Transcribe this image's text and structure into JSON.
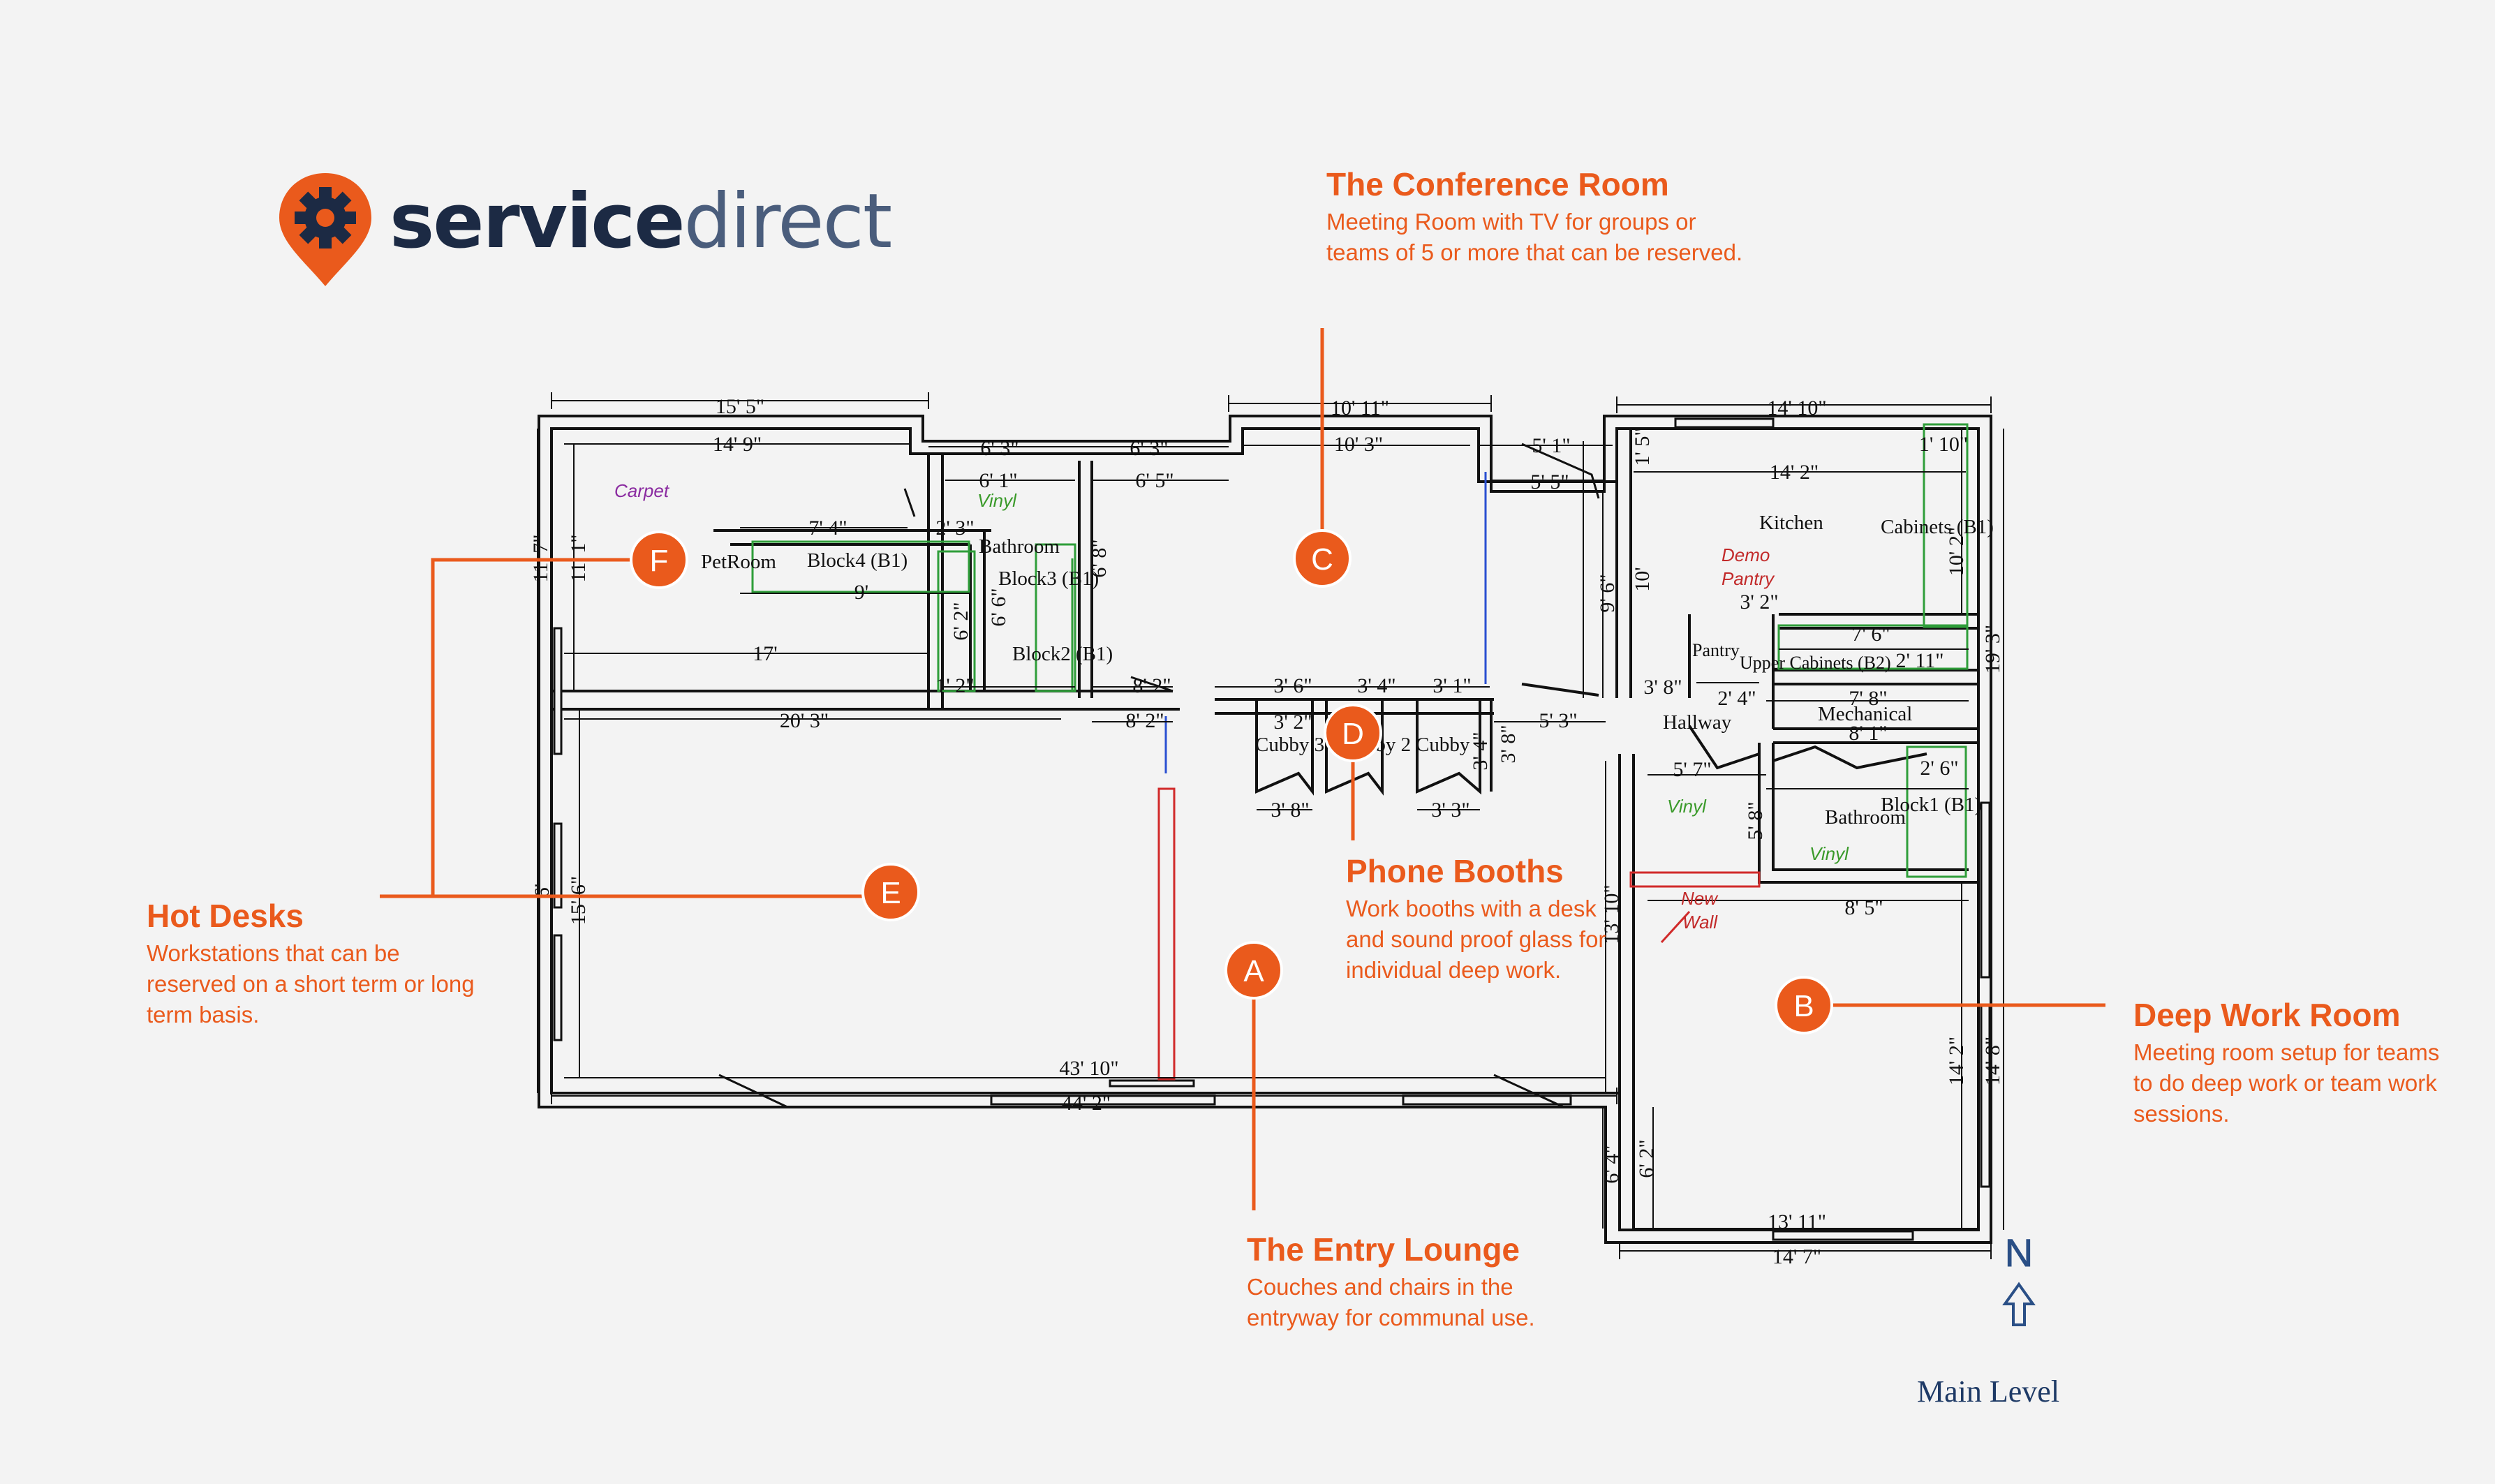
{
  "brand": {
    "name_part1": "service",
    "name_part2": "direct",
    "logo_icon": "gear-pin-icon",
    "colors": {
      "accent": "#ea5a1c",
      "navy": "#1c2a44",
      "slate": "#4a5d7c"
    }
  },
  "level_label": "Main Level",
  "north_label": "N",
  "north_icon": "north-arrow-icon",
  "markers": [
    {
      "id": "A",
      "label": "A"
    },
    {
      "id": "B",
      "label": "B"
    },
    {
      "id": "C",
      "label": "C"
    },
    {
      "id": "D",
      "label": "D"
    },
    {
      "id": "E",
      "label": "E"
    },
    {
      "id": "F",
      "label": "F"
    }
  ],
  "callouts": {
    "conference": {
      "title": "The Conference Room",
      "desc": "Meeting Room with TV for groups or teams of 5 or more that can be reserved."
    },
    "hot_desks": {
      "title": "Hot Desks",
      "desc": "Workstations that can be reserved on a short term or long term basis."
    },
    "phone_booths": {
      "title": "Phone Booths",
      "desc": "Work booths with a desk and sound proof glass for individual deep work."
    },
    "deep_work": {
      "title": "Deep Work Room",
      "desc": "Meeting room setup for teams to do deep work or team work sessions."
    },
    "entry_lounge": {
      "title": "The Entry Lounge",
      "desc": "Couches and chairs in the entryway for communal use."
    }
  },
  "room_labels": {
    "kitchen": "Kitchen",
    "cabinets": "Cabinets (B1)",
    "demo_pantry_1": "Demo",
    "demo_pantry_2": "Pantry",
    "pantry": "Pantry",
    "upper_cabinets": "Upper Cabinets (B2)",
    "mechanical": "Mechanical",
    "hallway": "Hallway",
    "bathroom_right": "Bathroom",
    "block1": "Block1 (B1)",
    "bathroom_left": "Bathroom",
    "block3": "Block3 (B1)",
    "block2": "Block2 (B1)",
    "block4": "Block4 (B1)",
    "pet_room": "PetRoom",
    "cubby3": "Cubby 3",
    "cubby2": "Cubby 2",
    "cubby1": "Cubby"
  },
  "material_labels": {
    "carpet": "Carpet",
    "vinyl_a": "Vinyl",
    "vinyl_b": "Vinyl",
    "vinyl_c": "Vinyl",
    "new_wall_1": "New",
    "new_wall_2": "Wall"
  },
  "dimensions": {
    "d_15_5": "15' 5\"",
    "d_14_9": "14' 9\"",
    "d_6_3a": "6' 3\"",
    "d_6_3b": "6' 3\"",
    "d_10_11": "10' 11\"",
    "d_10_3": "10' 3\"",
    "d_5_1": "5' 1\"",
    "d_14_10": "14' 10\"",
    "d_1_10": "1' 10\"",
    "d_14_2top": "14' 2\"",
    "d_6_1": "6' 1\"",
    "d_6_5": "6' 5\"",
    "d_5_5": "5' 5\"",
    "d_7_4": "7' 4\"",
    "d_2_3": "2' 3\"",
    "d_9": "9'",
    "d_17": "17'",
    "d_1_2": "1' 2\"",
    "d_20_3": "20' 3\"",
    "d_8_2a": "8' 2\"",
    "d_8_2b": "8' 2\"",
    "d_3_6": "3' 6\"",
    "d_3_4": "3' 4\"",
    "d_3_1": "3' 1\"",
    "d_5_3": "5' 3\"",
    "d_3_8a": "3' 8\"",
    "d_3_2a": "3' 2\"",
    "d_3_8b": "3' 8\"",
    "d_3_3": "3' 3\"",
    "d_3_2b": "3' 2\"",
    "d_7_6": "7' 6\"",
    "d_2_11": "2' 11\"",
    "d_2_4": "2' 4\"",
    "d_7_8": "7' 8\"",
    "d_8_1": "8' 1\"",
    "d_5_7": "5' 7\"",
    "d_2_6": "2' 6\"",
    "d_8_5": "8' 5\"",
    "d_43_10": "43' 10\"",
    "d_44_2": "44' 2\"",
    "d_13_11": "13' 11\"",
    "d_14_7": "14' 7\"",
    "v_11_7": "11' 7\"",
    "v_11_1": "11' 1\"",
    "v_6_8": "6' 8\"",
    "v_6_6": "6' 6\"",
    "v_6_2": "6' 2\"",
    "v_9_6": "9' 6\"",
    "v_10": "10'",
    "v_1_5": "1' 5\"",
    "v_10_2": "10' 2\"",
    "v_19_3": "19' 3\"",
    "v_13_10": "13' 10\"",
    "v_14_2": "14' 2\"",
    "v_14_8": "14' 8\"",
    "v_6_4": "6' 4\"",
    "v_6_2b": "6' 2\"",
    "v_15_6": "15' 6\"",
    "v_6": "6'",
    "v_5_8": "5' 8\"",
    "v_3_8": "3' 8\"",
    "v_3_4": "3' 4\""
  }
}
